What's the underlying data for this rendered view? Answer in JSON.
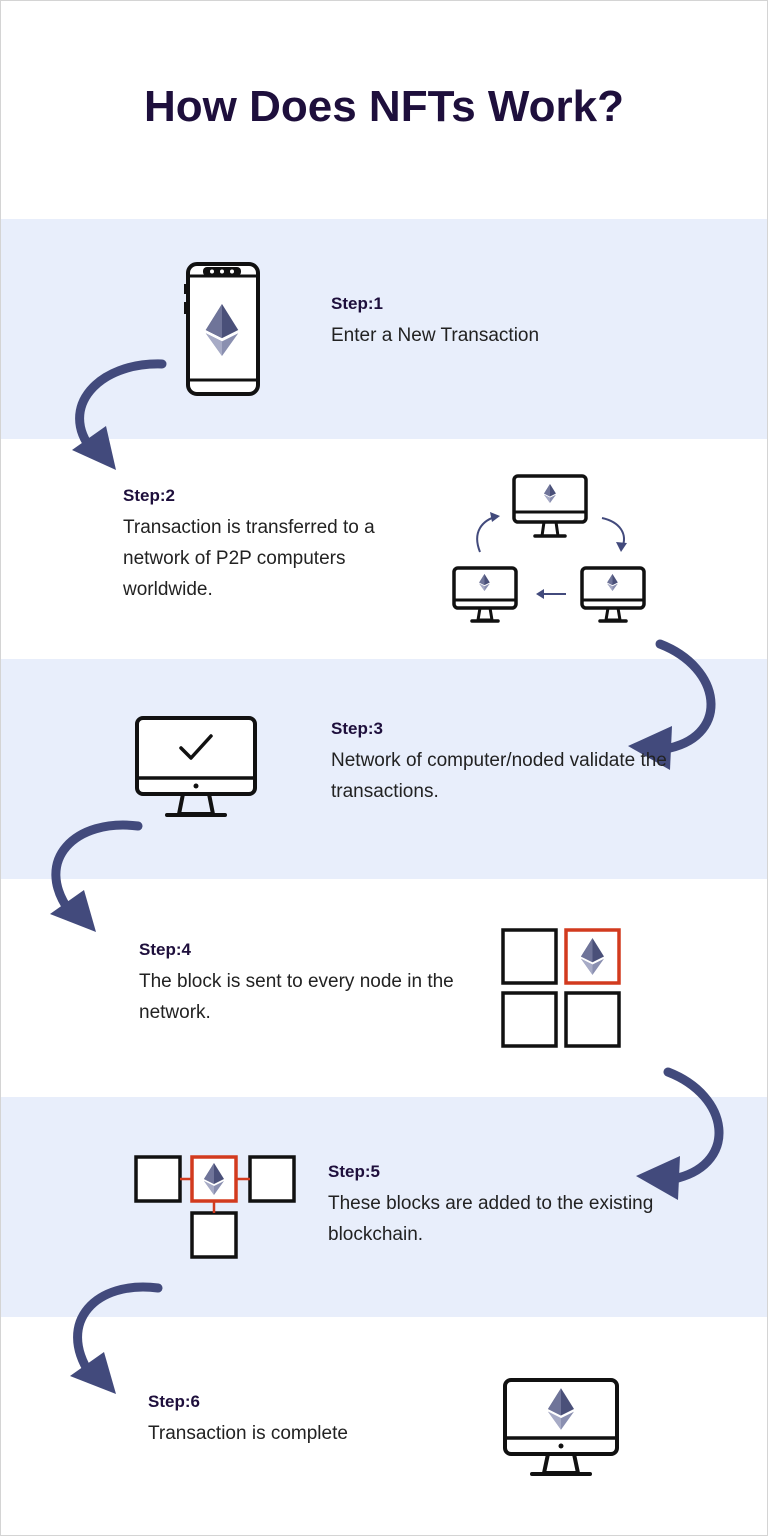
{
  "title": "How Does NFTs Work?",
  "colors": {
    "band": "#e8eefb",
    "ink": "#1e0f3c",
    "accent_arrow": "#424a7c",
    "highlight": "#d23a1e",
    "ethereum_dark": "#4a5079",
    "ethereum_light": "#8a8fb0"
  },
  "steps": [
    {
      "label": "Step:1",
      "description": "Enter a New Transaction",
      "icon": "smartphone-ethereum-icon"
    },
    {
      "label": "Step:2",
      "description": "Transaction is transferred to a network of P2P computers worldwide.",
      "icon": "p2p-network-icon"
    },
    {
      "label": "Step:3",
      "description": "Network of computer/noded validate the transactions.",
      "icon": "monitor-check-icon"
    },
    {
      "label": "Step:4",
      "description": "The block is sent to every node in the network.",
      "icon": "block-grid-icon"
    },
    {
      "label": "Step:5",
      "description": "These blocks are added to the existing blockchain.",
      "icon": "blockchain-icon"
    },
    {
      "label": "Step:6",
      "description": "Transaction is complete",
      "icon": "monitor-ethereum-icon"
    }
  ]
}
